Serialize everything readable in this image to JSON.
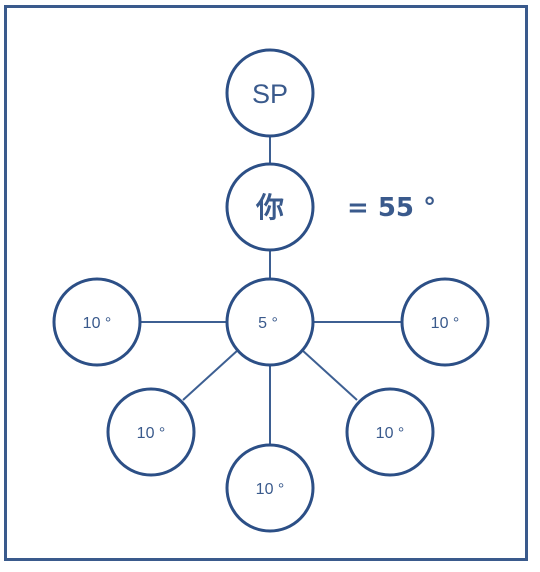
{
  "diagram": {
    "frame_color": "#3a5a8c",
    "node_stroke_color": "#2c4f86",
    "edge_color": "#3d5f92",
    "text_color": "#3a5a8c",
    "nodes": {
      "sp": "SP",
      "you": "你",
      "center": "5 °",
      "left": "10 °",
      "right": "10 °",
      "lower_left": "10 °",
      "bottom": "10 °",
      "lower_right": "10 °"
    },
    "equation": "= 55 °"
  }
}
